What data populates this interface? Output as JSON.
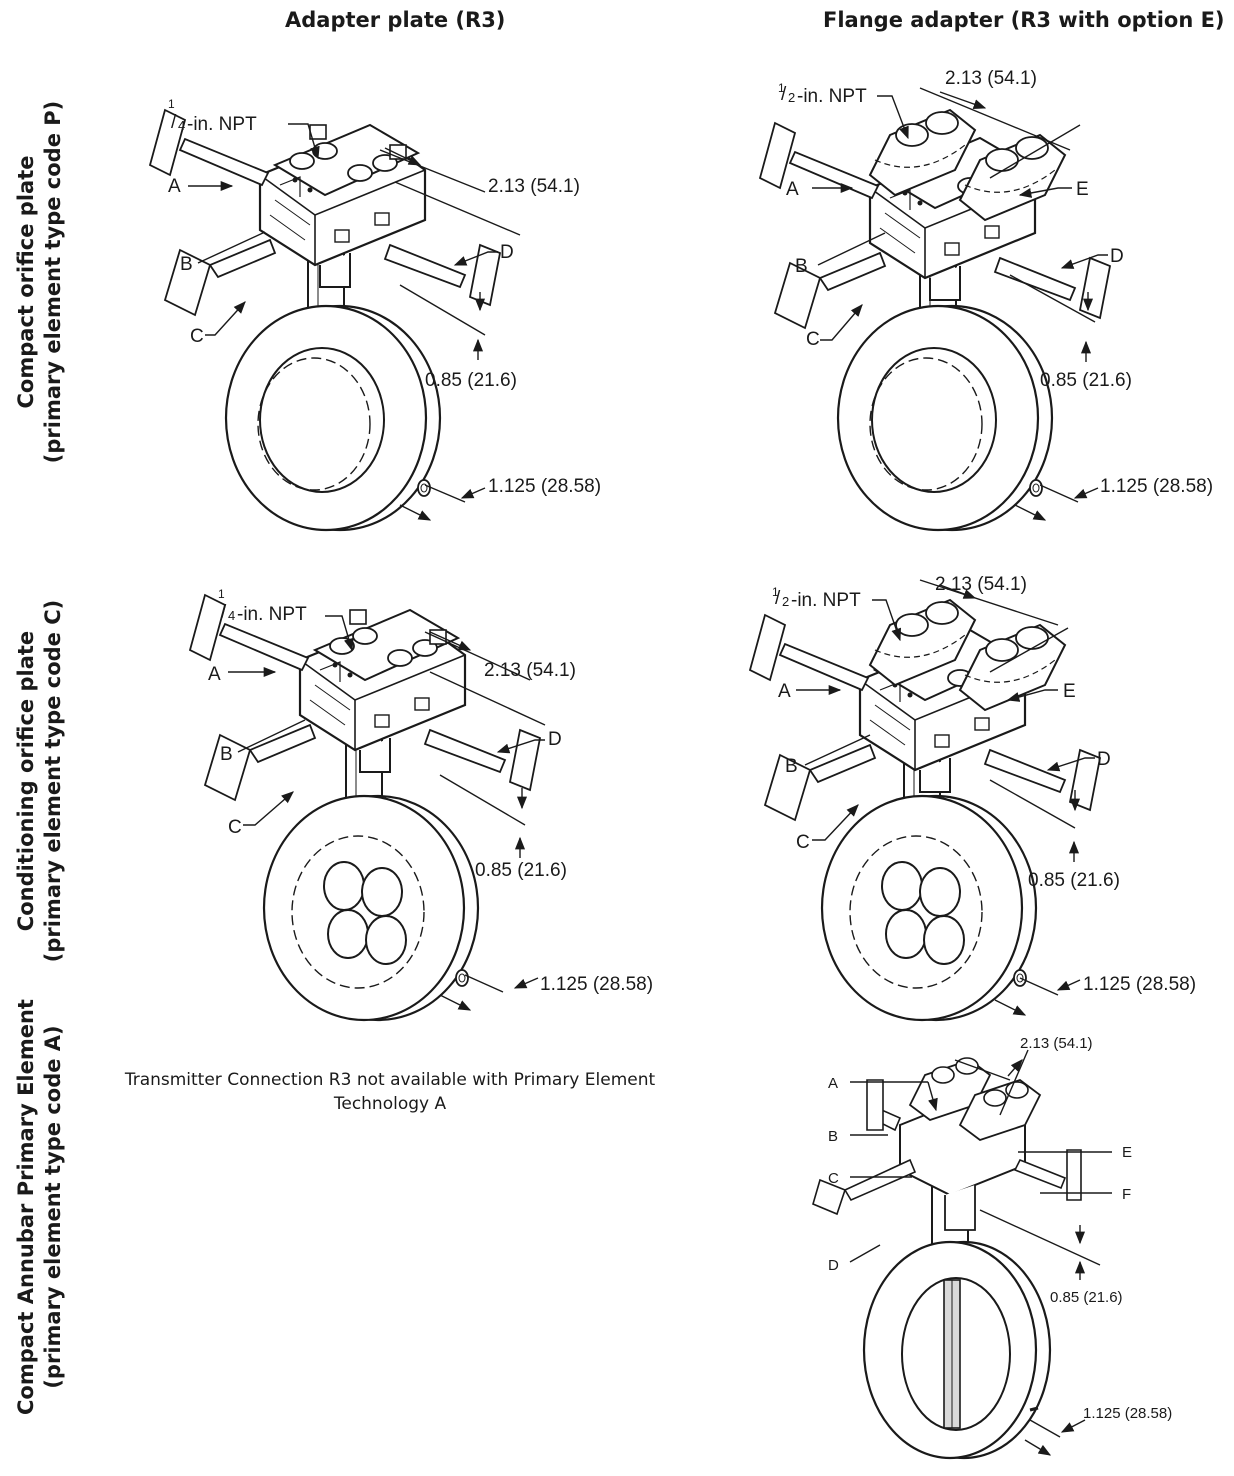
{
  "columns": {
    "adapter_plate": "Adapter plate (R3)",
    "flange_adapter": "Flange adapter (R3 with option E)"
  },
  "rows": [
    {
      "line1": "Compact orifice plate",
      "line2": "(primary element type code P)"
    },
    {
      "line1": "Conditioning orifice plate",
      "line2": "(primary element type code C)"
    },
    {
      "line1": "Compact Annubar Primary Element",
      "line2": "(primary element type code A)"
    }
  ],
  "callouts": {
    "a": "A",
    "b": "B",
    "c": "C",
    "d": "D",
    "e": "E",
    "f": "F",
    "npt_quarter": "-in. NPT",
    "npt_half": "-in. NPT",
    "npt_num": "1",
    "npt_den_quarter": "4",
    "npt_den_half": "2"
  },
  "dimensions": {
    "width": "2.13 (54.1)",
    "offset": "0.85 (21.6)",
    "thickness": "1.125 (28.58)"
  },
  "note": "Transmitter Connection R3 not available with Primary Element Technology A",
  "colors": {
    "line": "#1a1a1a",
    "background": "#ffffff",
    "shade": "#d9d9d9"
  }
}
